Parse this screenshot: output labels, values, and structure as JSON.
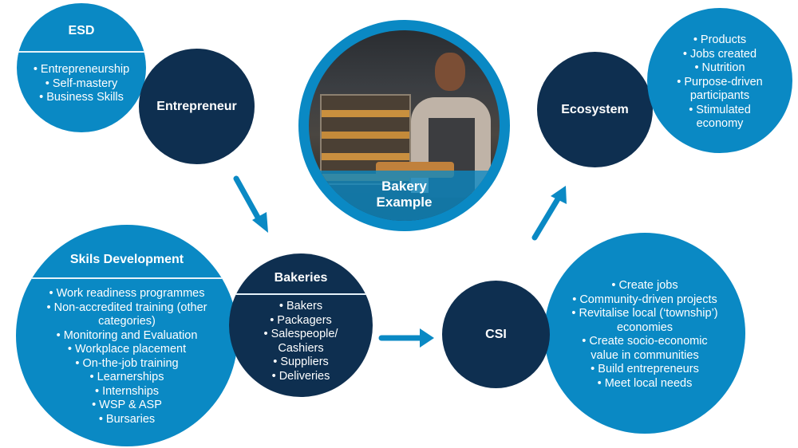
{
  "colors": {
    "light_blue": "#0a89c4",
    "dark_navy": "#0e2f50",
    "arrow": "#0a89c4"
  },
  "esd": {
    "title": "ESD",
    "items": [
      "• Entrepreneurship",
      "• Self-mastery",
      "• Business Skills"
    ]
  },
  "entrepreneur": {
    "label": "Entrepreneur"
  },
  "bakery_example": {
    "label_line1": "Bakery",
    "label_line2": "Example",
    "photo": "baker-holding-tray-photo"
  },
  "ecosystem": {
    "label": "Ecosystem"
  },
  "ecosystem_outcomes": {
    "items": [
      "• Products",
      "• Jobs created",
      "• Nutrition",
      "• Purpose-driven",
      "participants",
      "• Stimulated",
      "economy"
    ]
  },
  "skills_development": {
    "title": "Skils Development",
    "items": [
      "• Work readiness programmes",
      "• Non-accredited training (other",
      "categories)",
      "• Monitoring and Evaluation",
      "• Workplace placement",
      "• On-the-job training",
      "• Learnerships",
      "• Internships",
      "• WSP & ASP",
      "• Bursaries"
    ]
  },
  "bakeries": {
    "title": "Bakeries",
    "items": [
      "• Bakers",
      "•  Packagers",
      "•  Salespeople/",
      "Cashiers",
      "•  Suppliers",
      "• Deliveries"
    ]
  },
  "csi": {
    "label": "CSI"
  },
  "csi_outcomes": {
    "items": [
      "• Create jobs",
      "• Community-driven projects",
      "• Revitalise local (‘township’)",
      "economies",
      "• Create socio-economic",
      "value in communities",
      "• Build entrepreneurs",
      "• Meet local needs"
    ]
  },
  "arrows": [
    "entrepreneur-to-bakeries",
    "bakeries-to-csi",
    "csi-to-ecosystem"
  ]
}
